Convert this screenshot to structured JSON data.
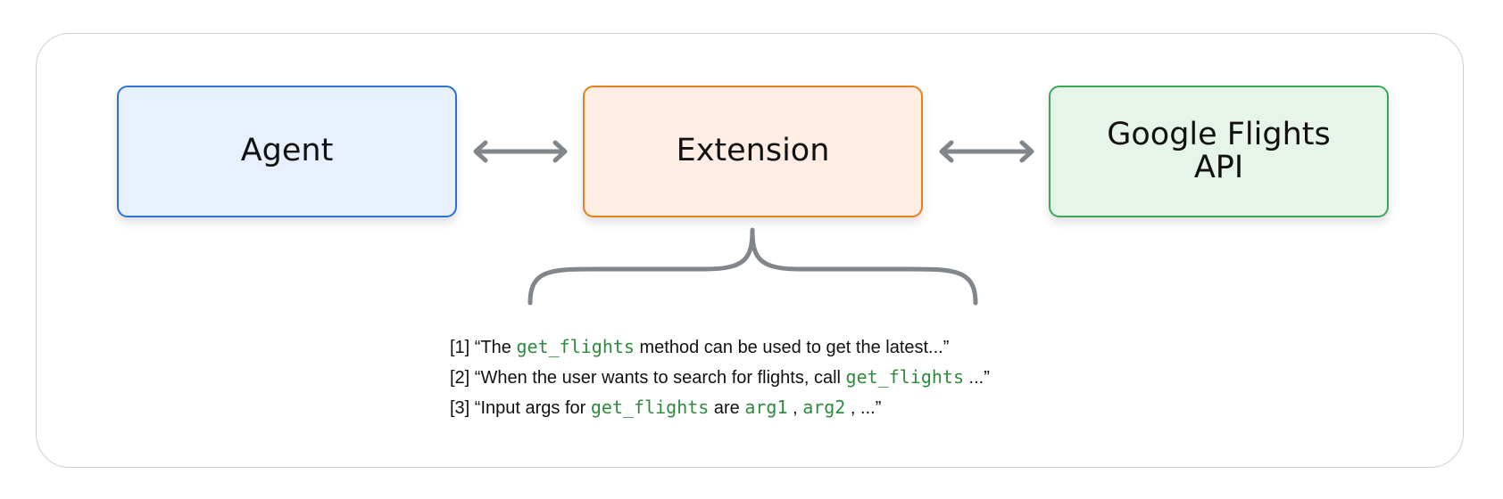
{
  "colors": {
    "agent_border": "#2a72d6",
    "agent_fill": "#e8f0fe",
    "extension_border": "#e8801d",
    "extension_fill": "#feede3",
    "api_border": "#3aa857",
    "api_fill": "#e6f4ea",
    "connector": "#80868b",
    "code": "#2e8b3d"
  },
  "nodes": {
    "agent": {
      "label": "Agent"
    },
    "extension": {
      "label": "Extension"
    },
    "api": {
      "line1": "Google Flights",
      "line2": "API"
    }
  },
  "connectors": [
    {
      "from": "agent",
      "to": "extension",
      "style": "double-arrow"
    },
    {
      "from": "extension",
      "to": "api",
      "style": "double-arrow"
    }
  ],
  "examples": [
    {
      "prefix": "[1] “The ",
      "code1": "get_flights",
      "text1": " method can be used to get the latest...”"
    },
    {
      "prefix": "[2] “When the user wants to search for flights, call ",
      "code1": "get_flights",
      "text1": " ...”"
    },
    {
      "prefix": "[3] “Input args for ",
      "code1": "get_flights",
      "text1": " are ",
      "code2": "arg1",
      "text2": " , ",
      "code3": "arg2",
      "text3": " , ...”"
    }
  ]
}
